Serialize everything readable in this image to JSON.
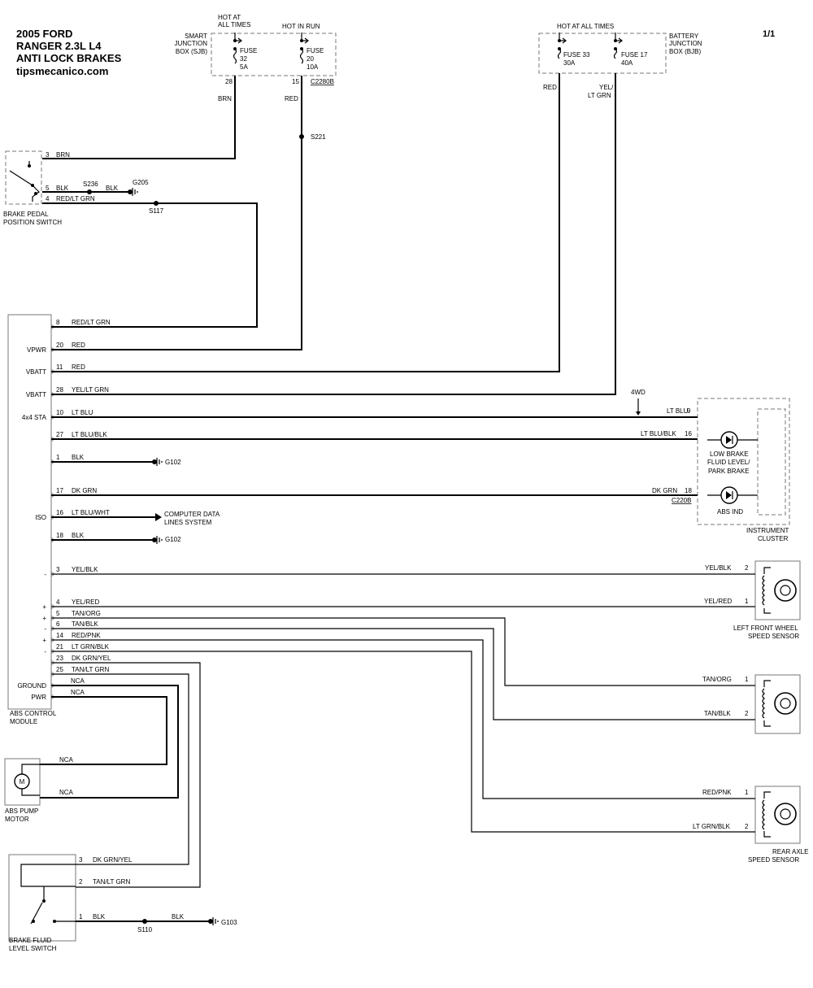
{
  "title": {
    "line1": "2005 FORD",
    "line2": "RANGER  2.3L L4",
    "line3": "ANTI LOCK BRAKES",
    "line4": "tipsmecanico.com"
  },
  "page_number": "1/1",
  "sjb": {
    "hot_at_all_times": [
      "HOT AT",
      "ALL TIMES"
    ],
    "hot_in_run": "HOT IN RUN",
    "name": [
      "SMART",
      "JUNCTION",
      "BOX (SJB)"
    ],
    "fuse32": [
      "FUSE",
      "32",
      "5A"
    ],
    "fuse20": [
      "FUSE",
      "20",
      "10A"
    ],
    "pin28": "28",
    "pin15": "15",
    "connector": "C2280B",
    "wire_brn": "BRN",
    "wire_red": "RED",
    "splice": "S221"
  },
  "bjb": {
    "hot_at_all_times": "HOT AT ALL TIMES",
    "name": [
      "BATTERY",
      "JUNCTION",
      "BOX (BJB)"
    ],
    "fuse33": [
      "FUSE 33",
      "30A"
    ],
    "fuse17": [
      "FUSE 17",
      "40A"
    ],
    "wire_red": "RED",
    "wire_yel": [
      "YEL/",
      "LT GRN"
    ]
  },
  "brake_pedal_switch": {
    "name": [
      "BRAKE PEDAL",
      "POSITION SWITCH"
    ],
    "pins": [
      {
        "pin": "3",
        "wire": "BRN"
      },
      {
        "pin": "5",
        "wire": "BLK"
      },
      {
        "pin": "4",
        "wire": "RED/LT GRN"
      }
    ],
    "s236": "S236",
    "blk2": "BLK",
    "g205": "G205",
    "s117": "S117"
  },
  "abs_module": {
    "name": [
      "ABS CONTROL",
      "MODULE"
    ],
    "rows": [
      {
        "label": "",
        "pin": "8",
        "wire": "RED/LT GRN"
      },
      {
        "label": "VPWR",
        "pin": "20",
        "wire": "RED"
      },
      {
        "label": "VBATT",
        "pin": "11",
        "wire": "RED"
      },
      {
        "label": "VBATT",
        "pin": "28",
        "wire": "YEL/LT GRN"
      },
      {
        "label": "4x4 STA",
        "pin": "10",
        "wire": "LT BLU"
      },
      {
        "label": "",
        "pin": "27",
        "wire": "LT BLU/BLK"
      },
      {
        "label": "",
        "pin": "1",
        "wire": "BLK"
      },
      {
        "label": "",
        "pin": "17",
        "wire": "DK GRN"
      },
      {
        "label": "ISO",
        "pin": "16",
        "wire": "LT BLU/WHT"
      },
      {
        "label": "",
        "pin": "18",
        "wire": "BLK"
      },
      {
        "label": "-",
        "pin": "3",
        "wire": "YEL/BLK"
      },
      {
        "label": "+",
        "pin": "4",
        "wire": "YEL/RED"
      },
      {
        "label": "+",
        "pin": "5",
        "wire": "TAN/ORG"
      },
      {
        "label": "-",
        "pin": "6",
        "wire": "TAN/BLK"
      },
      {
        "label": "+",
        "pin": "14",
        "wire": "RED/PNK"
      },
      {
        "label": "-",
        "pin": "21",
        "wire": "LT GRN/BLK"
      },
      {
        "label": "",
        "pin": "25",
        "wire": "TAN/LT GRN"
      },
      {
        "label": "",
        "pin": "23",
        "wire": "DK GRN/YEL"
      },
      {
        "label": "GROUND",
        "pin": "",
        "wire": "NCA"
      },
      {
        "label": "PWR",
        "pin": "",
        "wire": "NCA"
      }
    ],
    "g102_a": "G102",
    "g102_b": "G102",
    "data_lines": [
      "COMPUTER DATA",
      "LINES SYSTEM"
    ]
  },
  "instrument_cluster": {
    "name": [
      "INSTRUMENT",
      "CLUSTER"
    ],
    "label_4wd": "4WD",
    "pin9": {
      "pin": "9",
      "wire": "LT BLU"
    },
    "pin16": {
      "pin": "16",
      "wire": "LT BLU/BLK"
    },
    "pin18": {
      "pin": "18",
      "wire": "DK GRN"
    },
    "connector": "C220B",
    "low_brake": [
      "LOW BRAKE",
      "FLUID LEVEL/",
      "PARK BRAKE"
    ],
    "abs_ind": "ABS IND"
  },
  "lf_sensor": {
    "name": [
      "LEFT FRONT WHEEL",
      "SPEED SENSOR"
    ],
    "pin2": {
      "pin": "2",
      "wire": "YEL/BLK"
    },
    "pin1": {
      "pin": "1",
      "wire": "YEL/RED"
    }
  },
  "rf_sensor": {
    "pin1": {
      "pin": "1",
      "wire": "TAN/ORG"
    },
    "pin2": {
      "pin": "2",
      "wire": "TAN/BLK"
    }
  },
  "rear_sensor": {
    "name": [
      "REAR AXLE",
      "SPEED SENSOR"
    ],
    "pin1": {
      "pin": "1",
      "wire": "RED/PNK"
    },
    "pin2": {
      "pin": "2",
      "wire": "LT GRN/BLK"
    }
  },
  "pump_motor": {
    "name": [
      "ABS PUMP",
      "MOTOR"
    ],
    "symbol": "M",
    "wire1": "NCA",
    "wire2": "NCA"
  },
  "fluid_switch": {
    "name": [
      "BRAKE FLUID",
      "LEVEL SWITCH"
    ],
    "pins": [
      {
        "pin": "3",
        "wire": "DK GRN/YEL"
      },
      {
        "pin": "2",
        "wire": "TAN/LT GRN"
      },
      {
        "pin": "1",
        "wire": "BLK"
      }
    ],
    "s110": "S110",
    "blk2": "BLK",
    "g103": "G103"
  }
}
